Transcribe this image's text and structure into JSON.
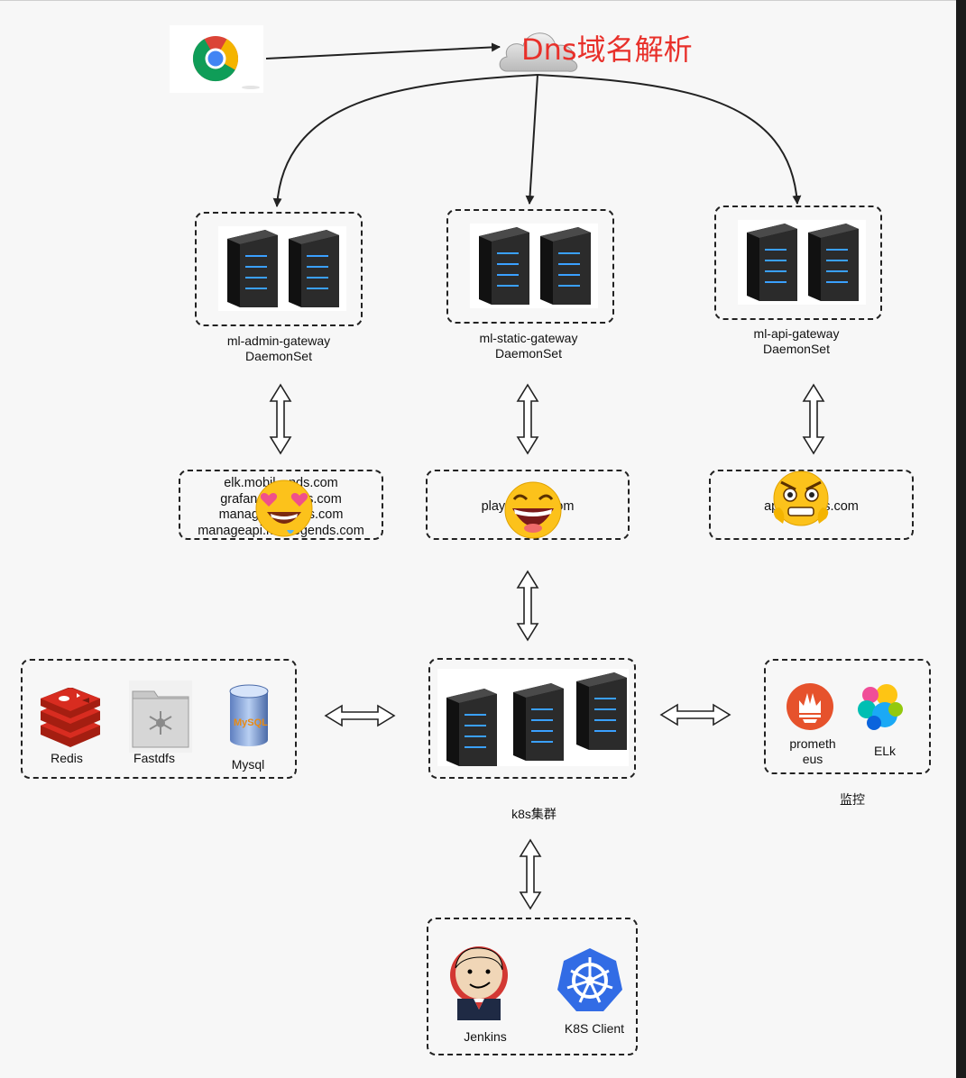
{
  "title": "Dns域名解析",
  "gateways": [
    {
      "name": "ml-admin-gateway",
      "type": "DaemonSet"
    },
    {
      "name": "ml-static-gateway",
      "type": "DaemonSet"
    },
    {
      "name": "ml-api-gateway",
      "type": "DaemonSet"
    }
  ],
  "domains": {
    "admin": [
      "elk.mobil…nds.com",
      "grafana.m…nds.com",
      "manage.m…nds.com",
      "manageapi.m…legends.com"
    ],
    "static": "play.mo…s.com",
    "api": "api.m…nds.com"
  },
  "storage": {
    "redis": "Redis",
    "fastdfs": "Fastdfs",
    "mysql": "Mysql",
    "mysql_logo_text": "MySQL"
  },
  "cluster_label": "k8s集群",
  "monitor": {
    "prometheus": "prometh eus",
    "elk": "ELk",
    "label": "监控"
  },
  "ci": {
    "jenkins": "Jenkins",
    "k8s_client": "K8S Client"
  },
  "icons": [
    "chrome-icon",
    "cloud-icon",
    "server-icon",
    "redis-icon",
    "fastdfs-icon",
    "mysql-icon",
    "prometheus-icon",
    "elk-icon",
    "jenkins-icon",
    "kubernetes-icon",
    "emoji-heart-eyes-icon",
    "emoji-laughing-icon",
    "emoji-angry-icon"
  ],
  "colors": {
    "title": "#e8302a",
    "redis": "#d82c20",
    "prometheus": "#e6522c",
    "kubernetes": "#326ce5"
  }
}
